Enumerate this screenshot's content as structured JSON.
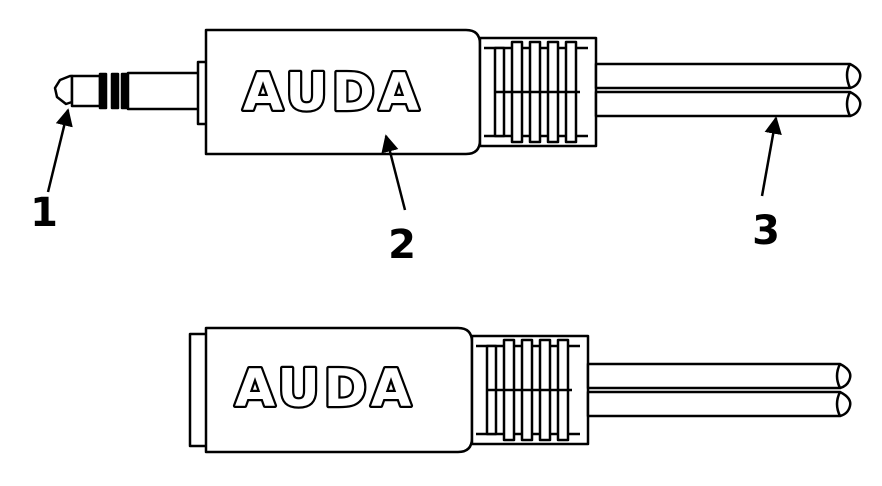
{
  "plug_brand": "AUDA",
  "socket_brand": "AUDA",
  "callouts": [
    {
      "number": "1",
      "part": "plug-tip"
    },
    {
      "number": "2",
      "part": "plug-housing"
    },
    {
      "number": "3",
      "part": "cable"
    }
  ],
  "colors": {
    "line": "#000000",
    "fill": "#ffffff"
  }
}
